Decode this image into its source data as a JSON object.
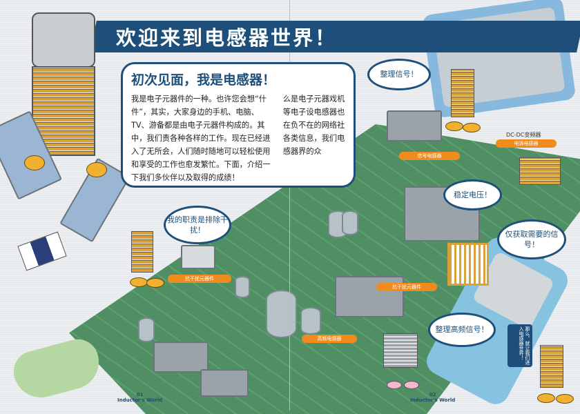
{
  "header": {
    "title": "欢迎来到电感器世界！"
  },
  "intro": {
    "heading": "初次见面，我是电感器！",
    "col1": "我是电子元器件的一种。也许您会想“什件”，其实，大家身边的手机、电脑、TV、游备都是由电子元器件构成的。其中，我们责各种各样的工作。现在已经进入了无所会，人们随时随地可以轻松使用和享受的工作也愈发繁忙。下面，介绍一下我们多伙伴以及取得的成绩！",
    "col2": "么是电子元器戏机等电子设电感器也在负不在的网络社各类信息，我们电感器界的众"
  },
  "bubbles": {
    "signal": "整理信号！",
    "noise": "我的职责是排除干扰！",
    "voltage": "稳定电压！",
    "needed": "仅获取需要的信号！",
    "hf": "整理高频信号！",
    "enter": "那么，就让我们进入电感器世界！"
  },
  "tags": {
    "signal_inductor": "信号电感器",
    "power_inductor": "电源电感器",
    "emc_left": "抗干扰元器件",
    "emc_right": "抗干扰元器件",
    "hf_inductor": "高频电感器"
  },
  "labels": {
    "dcdc": "DC-DC变频器"
  },
  "pages": [
    {
      "number": "01",
      "name": "Inductor's World"
    },
    {
      "number": "02",
      "name": "Inductor's World"
    }
  ],
  "colors": {
    "brand": "#1d4f7a",
    "tag": "#f08c1e",
    "board": "#4f8f63"
  }
}
